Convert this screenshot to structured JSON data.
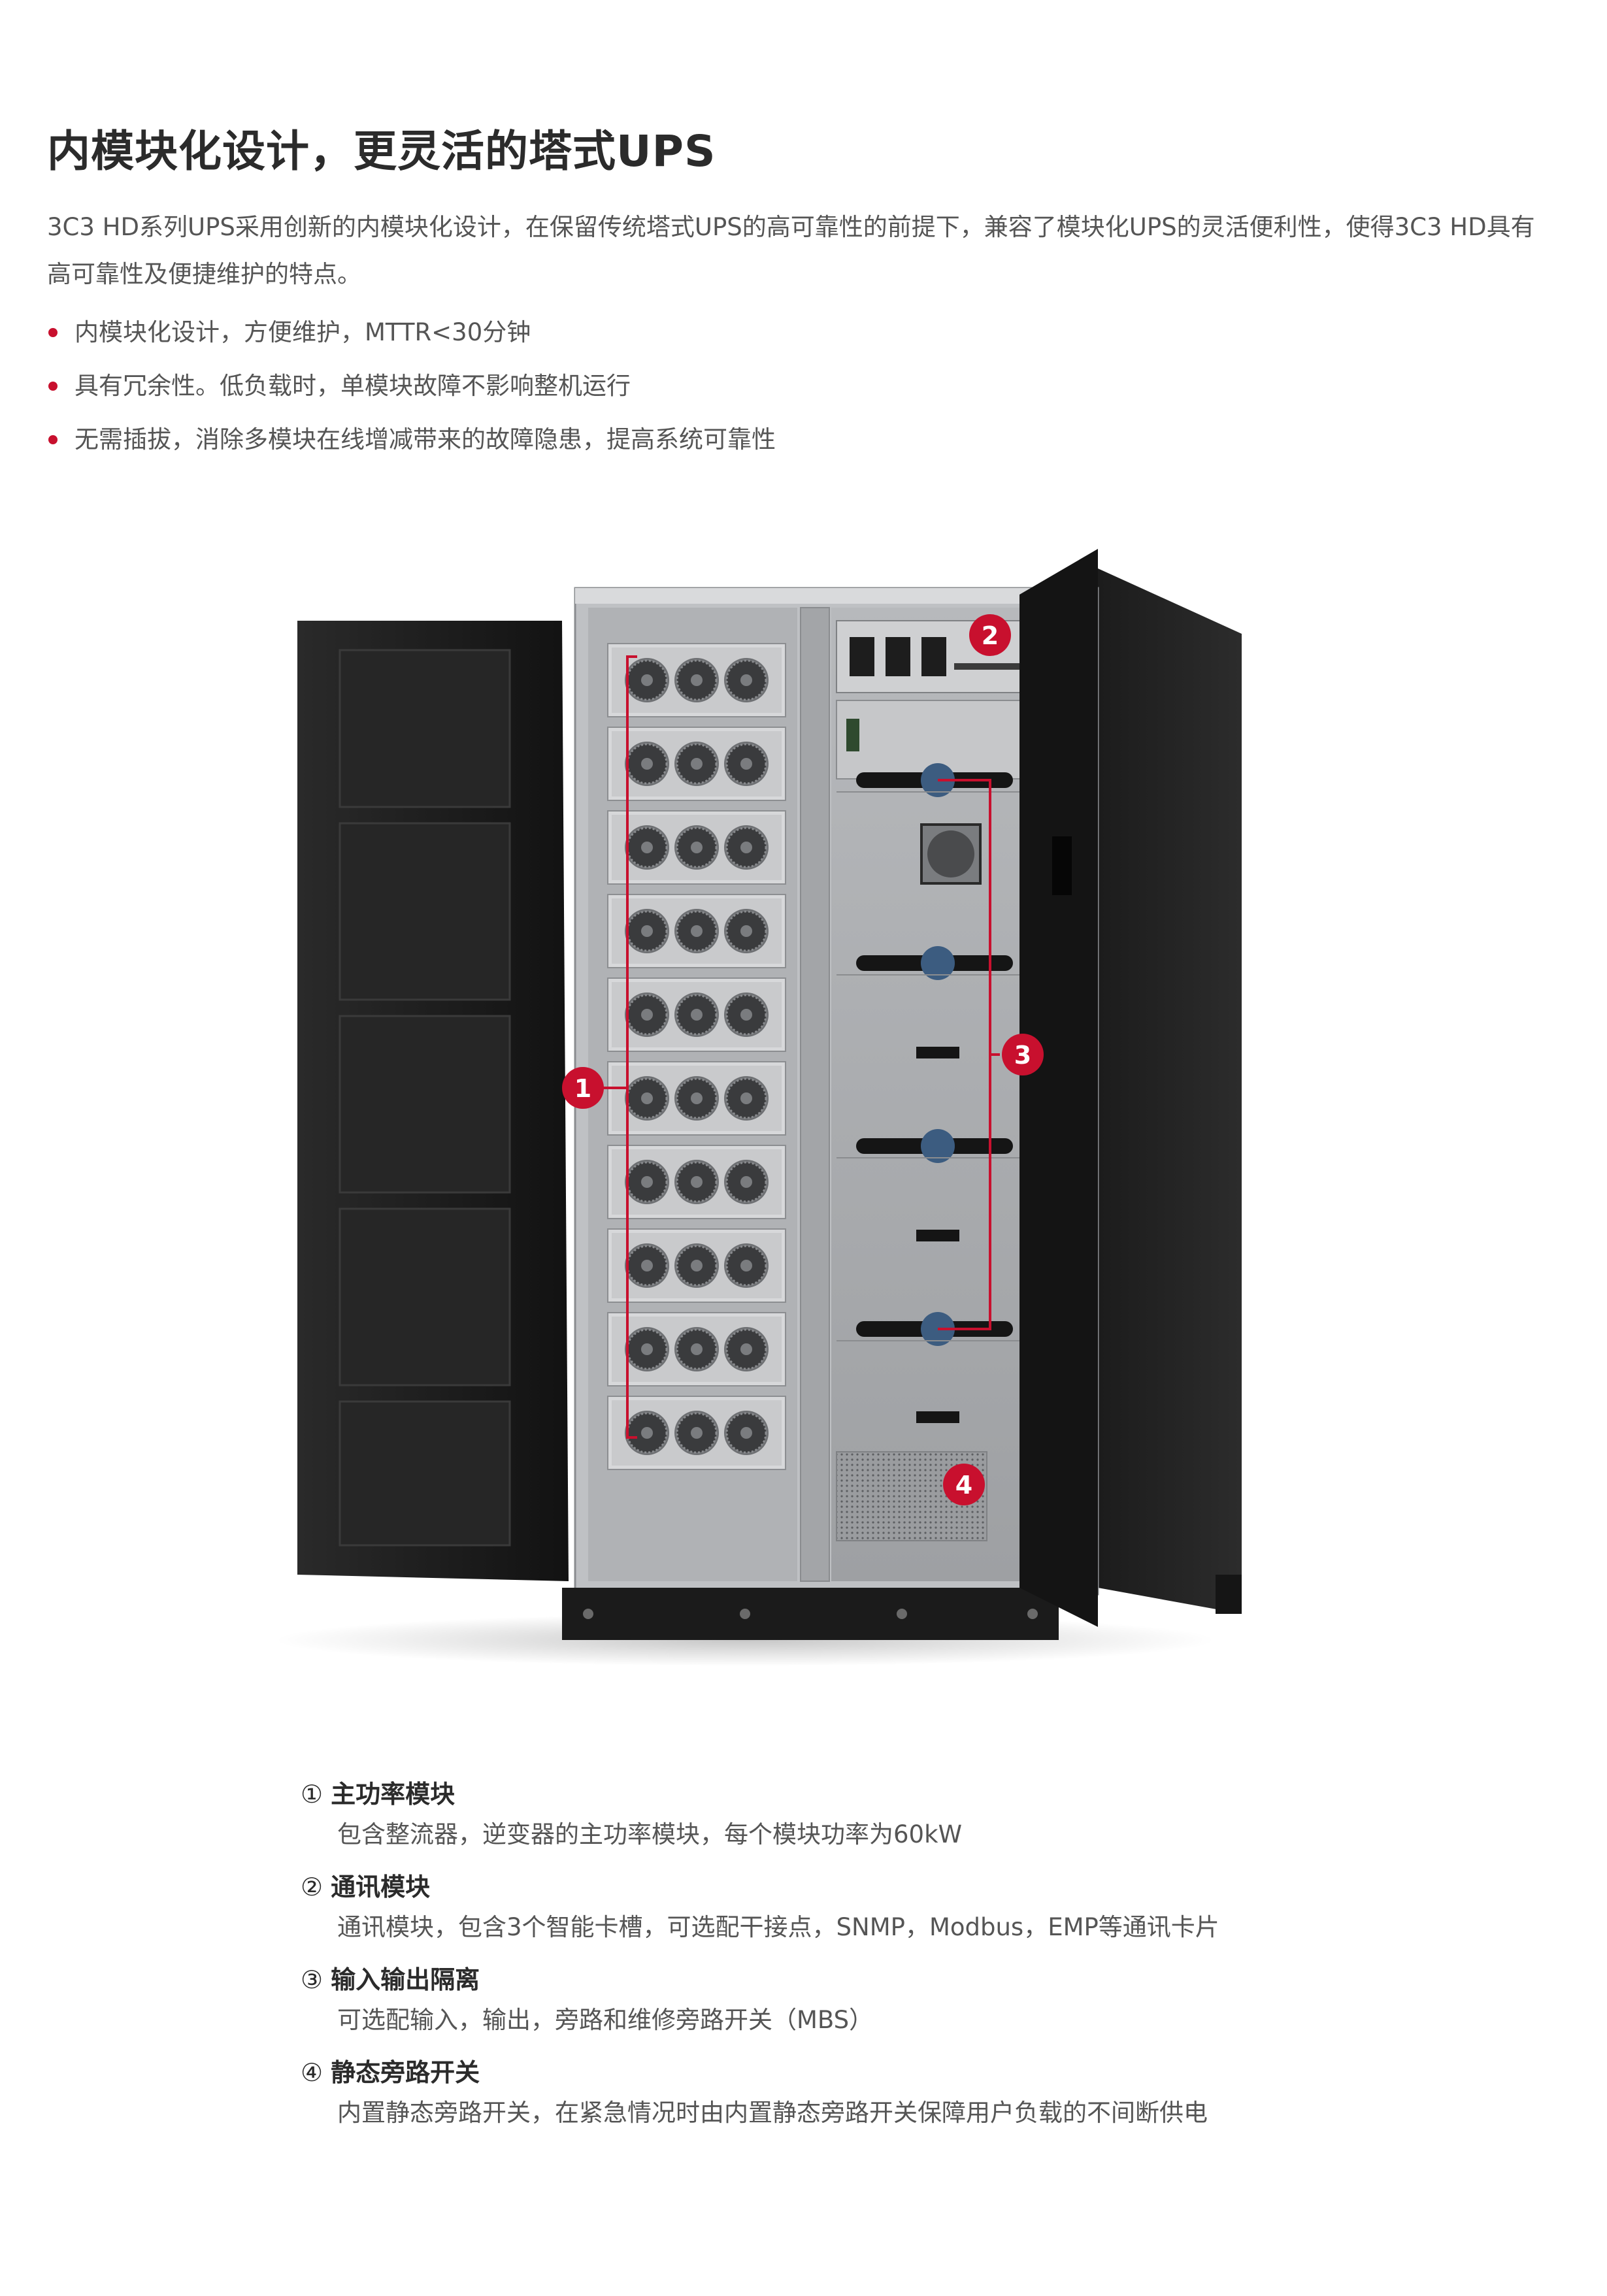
{
  "title": "内模块化设计，更灵活的塔式UPS",
  "intro": "3C3 HD系列UPS采用创新的内模块化设计，在保留传统塔式UPS的高可靠性的前提下，兼容了模块化UPS的灵活便利性，使得3C3 HD具有高可靠性及便捷维护的特点。",
  "bullets": [
    "内模块化设计，方便维护，MTTR<30分钟",
    "具有冗余性。低负载时，单模块故障不影响整机运行",
    "无需插拔，消除多模块在线增减带来的故障隐患，提高系统可靠性"
  ],
  "callouts": [
    "1",
    "2",
    "3",
    "4"
  ],
  "features": [
    {
      "num": "①",
      "title": "主功率模块",
      "desc": "包含整流器，逆变器的主功率模块，每个模块功率为60kW"
    },
    {
      "num": "②",
      "title": "通讯模块",
      "desc": "通讯模块，包含3个智能卡槽，可选配干接点，SNMP，Modbus，EMP等通讯卡片"
    },
    {
      "num": "③",
      "title": "输入输出隔离",
      "desc": "可选配输入，输出，旁路和维修旁路开关（MBS）"
    },
    {
      "num": "④",
      "title": "静态旁路开关",
      "desc": "内置静态旁路开关，在紧急情况时由内置静态旁路开关保障用户负载的不间断供电"
    }
  ],
  "colors": {
    "accent": "#c8102e",
    "cabinet": "#1e1e1e",
    "panel": "#a9abae"
  }
}
